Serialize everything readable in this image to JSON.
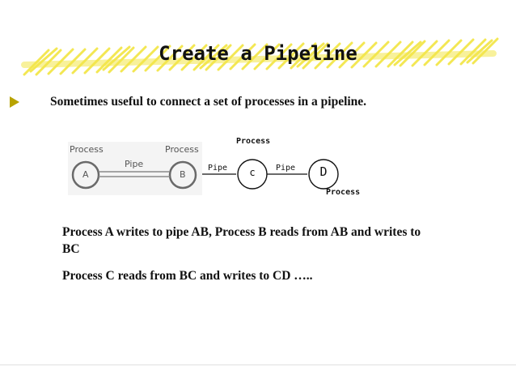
{
  "slide": {
    "title": "Create a Pipeline",
    "bullet": "Sometimes useful to connect a set of processes in a pipeline.",
    "diagram": {
      "left_image": {
        "label_process_a": "Process",
        "label_process_b": "Process",
        "pipe_label": "Pipe",
        "node_a": "A",
        "node_b": "B"
      },
      "right_part": {
        "process_top_label": "Process",
        "pipe_label_1": "Pipe",
        "pipe_label_2": "Pipe",
        "node_c": "c",
        "node_d": "D",
        "process_bottom_label": "Process"
      }
    },
    "body": {
      "para1": "Process A writes to pipe AB, Process B reads from AB and writes to BC",
      "para2": "Process C reads from BC and writes to CD ….."
    },
    "colors": {
      "highlight": "#f3e64a",
      "bullet_arrow": "#b8a300",
      "text": "#111111"
    }
  }
}
